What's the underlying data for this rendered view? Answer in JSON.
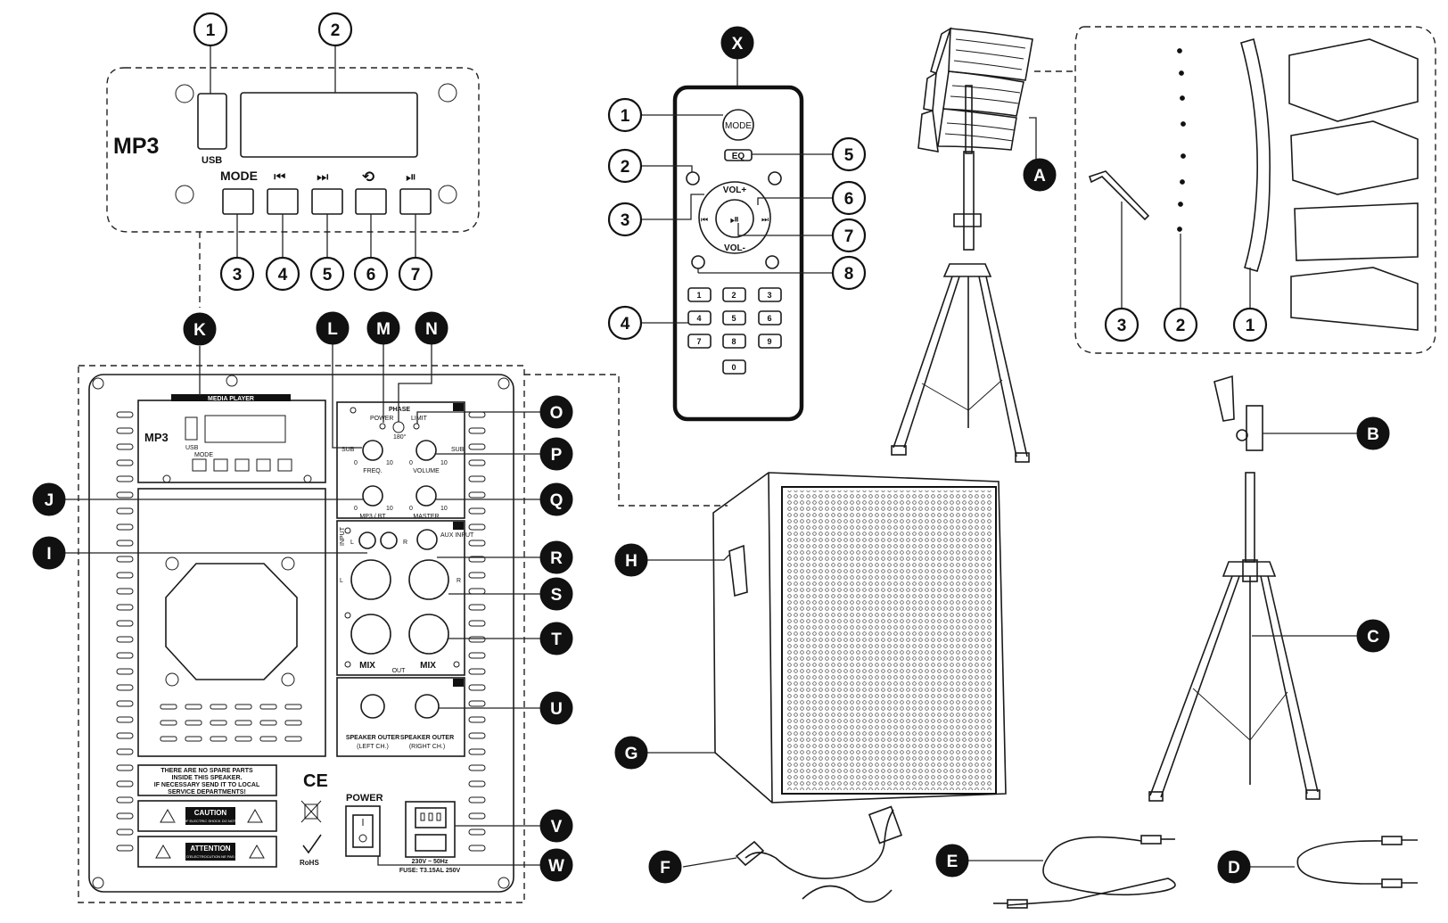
{
  "mp3_panel": {
    "title": "MP3",
    "usb": "USB",
    "mode": "MODE",
    "prev": "⏮",
    "next": "⏭",
    "repeat": "⟲",
    "play": "⏯",
    "callouts": [
      "1",
      "2",
      "3",
      "4",
      "5",
      "6",
      "7"
    ]
  },
  "remote": {
    "mode": "MODE",
    "eq": "EQ",
    "vol_up": "VOL+",
    "vol_down": "VOL-",
    "keys": [
      "1",
      "2",
      "3",
      "4",
      "5",
      "6",
      "7",
      "8",
      "9",
      "0"
    ],
    "callouts": [
      "1",
      "2",
      "3",
      "4",
      "5",
      "6",
      "7",
      "8"
    ],
    "letter": "X"
  },
  "rear_panel": {
    "media_player": "MEDIA PLAYER",
    "mp3": "MP3",
    "usb": "USB",
    "mode": "MODE",
    "phase": "PHASE",
    "power_led": "POWER",
    "phase_180": "180°",
    "limit": "LIMIT",
    "sub": "SUB",
    "freq": "FREQ.",
    "volume": "VOLUME",
    "mp3bt": "MP3 / BT",
    "master": "MASTER",
    "scale_min": "0",
    "scale_max": "10",
    "input": "INPUT",
    "l": "L",
    "r": "R",
    "aux_input": "AUX INPUT",
    "mix": "MIX",
    "out": "OUT",
    "speaker_outer": "SPEAKER OUTER",
    "speaker_left": "(LEFT CH.)",
    "speaker_right": "(RIGHT CH.)",
    "warning": [
      "THERE ARE NO SPARE PARTS",
      "INSIDE THIS SPEAKER.",
      "IF NECESSARY SEND IT TO LOCAL",
      "SERVICE DEPARTMENTS!"
    ],
    "ce": "CE",
    "caution": "CAUTION",
    "caution_sub": "RISK OF ELECTRIC SHOCK DO NOT OPEN",
    "attention": "ATTENTION",
    "attention_sub": "RISQUE D'ELECTROCUTION NE PAS OUVRIR",
    "rohs": "RoHS",
    "power": "POWER",
    "mains": "230V ~ 50Hz",
    "fuse": "FUSE: T3.15AL 250V"
  },
  "kit": {
    "callouts": [
      "3",
      "2",
      "1"
    ]
  },
  "letters": [
    "A",
    "B",
    "C",
    "D",
    "E",
    "F",
    "G",
    "H",
    "I",
    "J",
    "K",
    "L",
    "M",
    "N",
    "O",
    "P",
    "Q",
    "R",
    "S",
    "T",
    "U",
    "V",
    "W"
  ],
  "colors": {
    "ink": "#111111",
    "paper": "#ffffff"
  }
}
